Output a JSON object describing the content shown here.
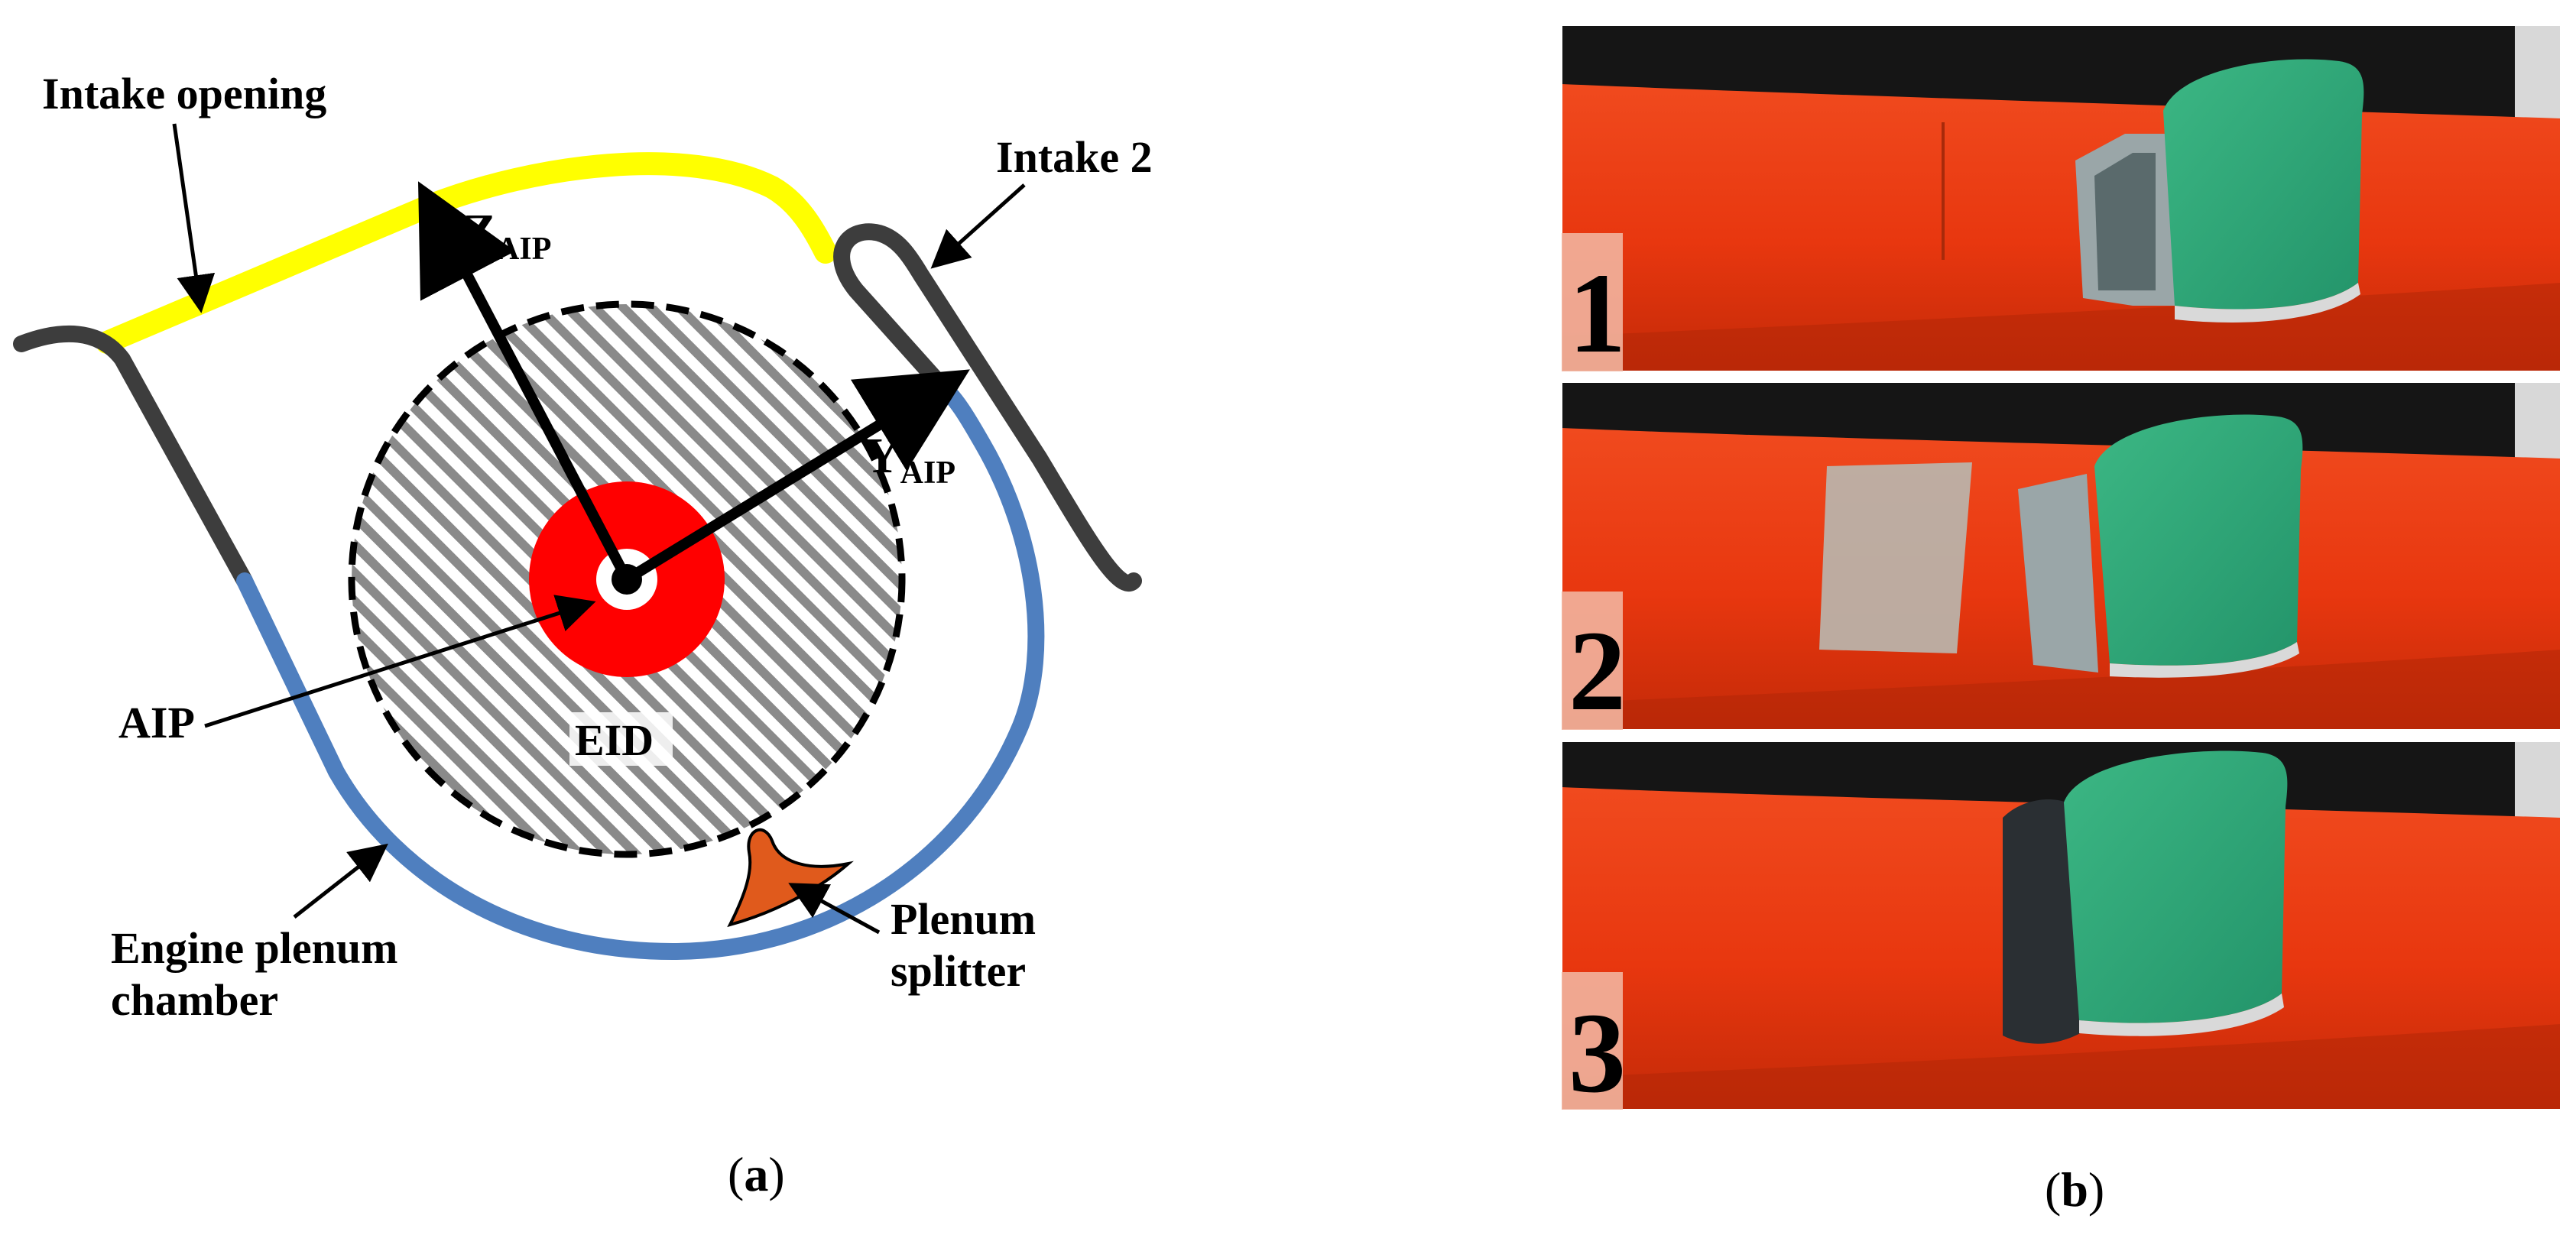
{
  "panel_a": {
    "labels": {
      "intake_opening": "Intake opening",
      "intake_2": "Intake 2",
      "z_axis_main": "Z",
      "z_axis_sub": "AIP",
      "y_axis_main": "Y",
      "y_axis_sub": "AIP",
      "aip": "AIP",
      "eid": "EID",
      "engine_plenum_line1": "Engine plenum",
      "engine_plenum_line2": "chamber",
      "plenum_splitter_line1": "Plenum",
      "plenum_splitter_line2": "splitter"
    },
    "caption_open": "(",
    "caption_letter": "a",
    "caption_close": ")"
  },
  "panel_b": {
    "photos": [
      {
        "number": "1"
      },
      {
        "number": "2"
      },
      {
        "number": "3"
      }
    ],
    "caption_open": "(",
    "caption_letter": "b",
    "caption_close": ")"
  },
  "colors": {
    "intake_opening": "#ffff00",
    "intake_wall": "#3d3d3d",
    "plenum_wall": "#4f7fbf",
    "aip_ring": "#ff0000",
    "splitter": "#e05a1c",
    "model_body": "#e8370f",
    "intake_cowl": "#2fa876"
  }
}
